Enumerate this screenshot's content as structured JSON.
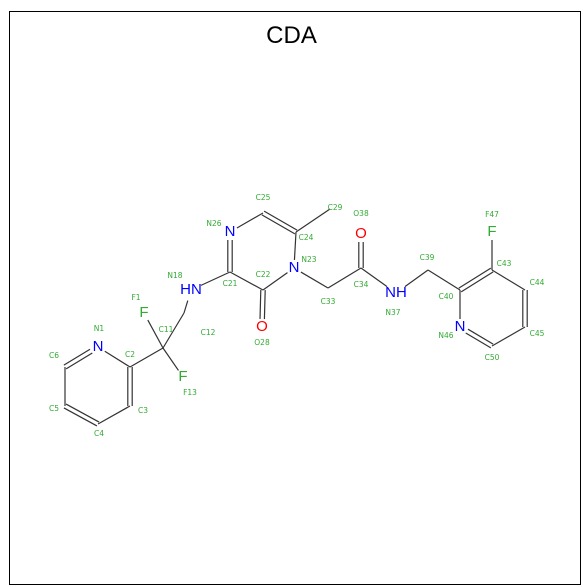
{
  "title": "CDA",
  "colors": {
    "bond": "#333333",
    "nitrogen": "#0000ff",
    "oxygen": "#ff0000",
    "fluorine": "#33aa33",
    "index": "#33aa33"
  },
  "atoms": [
    {
      "text": "N",
      "element": "N"
    },
    {
      "text": "F",
      "element": "F"
    },
    {
      "text": "F",
      "element": "F"
    },
    {
      "text": "HN",
      "element": "N"
    },
    {
      "text": "N",
      "element": "N"
    },
    {
      "text": "O",
      "element": "O"
    },
    {
      "text": "N",
      "element": "N"
    },
    {
      "text": "O",
      "element": "O"
    },
    {
      "text": "NH",
      "element": "N"
    },
    {
      "text": "F",
      "element": "F"
    },
    {
      "text": "N",
      "element": "N"
    }
  ],
  "indices": [
    "N1",
    "C2",
    "C3",
    "C4",
    "C5",
    "C6",
    "F1",
    "C11",
    "F13",
    "C12",
    "N18",
    "C21",
    "C22",
    "N26",
    "C25",
    "C24",
    "C29",
    "N23",
    "O28",
    "C33",
    "C34",
    "O38",
    "N37",
    "C39",
    "C40",
    "F47",
    "C43",
    "C44",
    "C45",
    "N46",
    "C50"
  ]
}
